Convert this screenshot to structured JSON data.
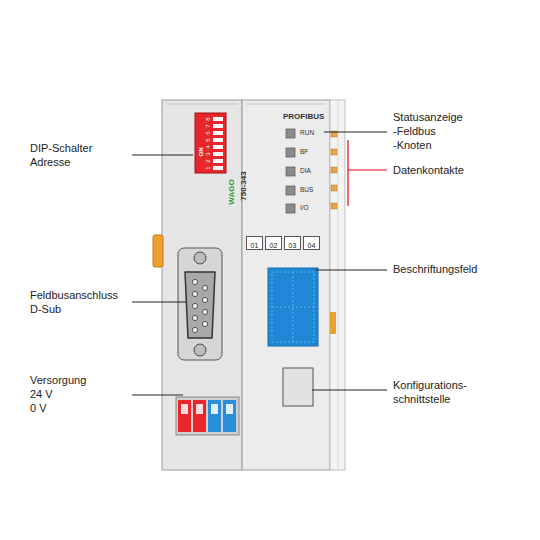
{
  "diagram": {
    "nodes": [
      {
        "text": [
          "01"
        ]
      },
      {
        "text": [
          "02"
        ]
      },
      {
        "text": [
          "03"
        ]
      },
      {
        "text": [
          "04"
        ]
      }
    ],
    "labels": [
      "DIP-Schalter",
      "Adresse",
      "Feldbusanschluss",
      "D-Sub",
      "Versorgung",
      "24 V",
      "0 V",
      "Statusanzeige",
      "-Feldbus",
      "-Knoten",
      "Datenkontakte",
      "Beschriftungsfeld",
      "Konfigurations-",
      "schnittstelle",
      "PROFIBUS",
      "RUN",
      "BF",
      "DIA",
      "BUS",
      "I/O",
      "750-343",
      "WAGO",
      "ON",
      "1",
      "2",
      "3",
      "4",
      "5",
      "6",
      "7",
      "8"
    ]
  }
}
